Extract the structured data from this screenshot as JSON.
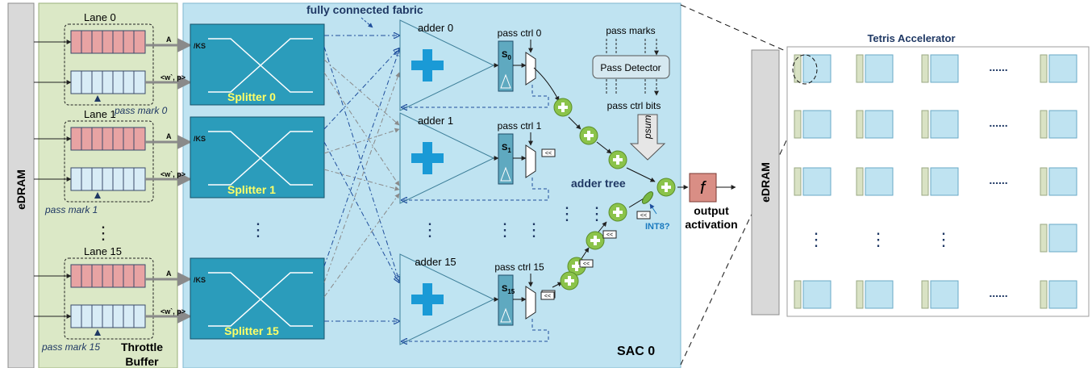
{
  "edram_left": "eDRAM",
  "throttle": {
    "line1": "Throttle",
    "line2": "Buffer"
  },
  "lanes": [
    {
      "label": "Lane 0",
      "pass_mark": "pass mark 0",
      "in_a": "A",
      "in_w": "<w`, p>"
    },
    {
      "label": "Lane 1",
      "pass_mark": "pass mark 1",
      "in_a": "A",
      "in_w": "<w`, p>"
    },
    {
      "label": "Lane 15",
      "pass_mark": "pass mark 15",
      "in_a": "A",
      "in_w": "<w`, p>"
    }
  ],
  "lane_dots": "⋮",
  "fabric_label": "fully connected fabric",
  "splitters": [
    {
      "label": "Splitter 0",
      "ks": "/KS"
    },
    {
      "label": "Splitter 1",
      "ks": "/KS"
    },
    {
      "label": "Splitter 15",
      "ks": "/KS"
    }
  ],
  "adders": [
    {
      "label": "adder 0",
      "pass_ctrl": "pass ctrl 0",
      "s_main": "S",
      "s_sub": "0"
    },
    {
      "label": "adder 1",
      "pass_ctrl": "pass ctrl 1",
      "s_main": "S",
      "s_sub": "1"
    },
    {
      "label": "adder 15",
      "pass_ctrl": "pass ctrl 15",
      "s_main": "S",
      "s_sub": "15"
    }
  ],
  "shift_label": "<<",
  "pass_marks_label": "pass marks",
  "pass_detector_label": "Pass Detector",
  "pass_ctrl_bits_label": "pass ctrl bits",
  "psum_label": "psum",
  "adder_tree_label": "adder tree",
  "int8_label": "INT8?",
  "activation_func": "f",
  "output_activation": {
    "line1": "output",
    "line2": "activation"
  },
  "sac_label": "SAC 0",
  "tetris": {
    "title": "Tetris Accelerator",
    "edram": "eDRAM",
    "hdots": "......",
    "vdots": "⋮"
  },
  "colors": {
    "lane_red": "#e8a3a3",
    "lane_blue": "#d8ecf6",
    "splitter": "#2b9cbb",
    "adder": "#bfe4f2",
    "sac_bg": "#bfe3f1",
    "throttle_bg": "#dbe8c6",
    "plus_green": "#8bc34a",
    "func_box": "#d98e85",
    "accent_text": "#1f3864",
    "int8_blue": "#1a7abf"
  }
}
